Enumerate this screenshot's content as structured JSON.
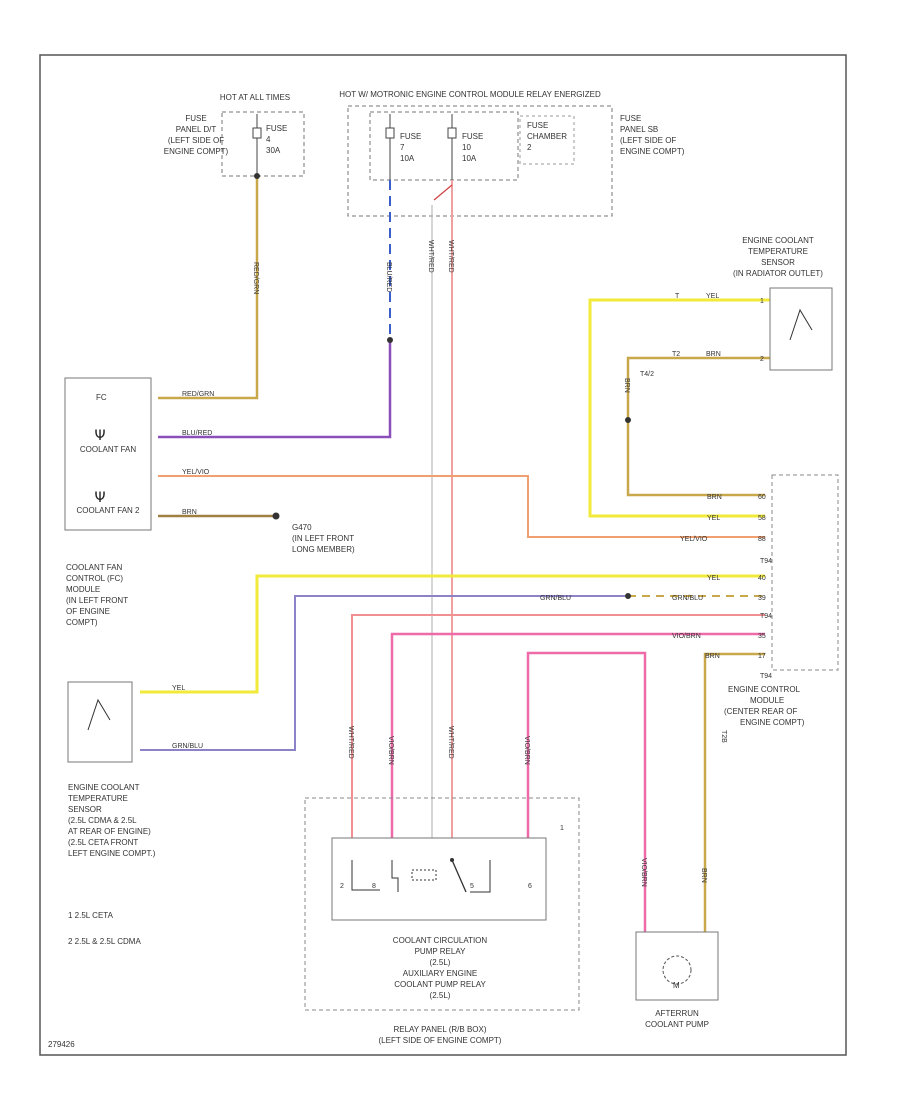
{
  "hot_sources": {
    "hot_at_all_times": "HOT AT ALL TIMES",
    "hot_motronic": "HOT W/ MOTRONIC ENGINE CONTROL MODULE RELAY ENERGIZED"
  },
  "fuse_panel_left": {
    "title_lines": [
      "FUSE",
      "PANEL D/T",
      "(LEFT SIDE OF",
      "ENGINE COMPT)"
    ],
    "fuse_lines": [
      "FUSE",
      "4",
      "30A"
    ]
  },
  "fuse_mid_a": [
    "FUSE",
    "7",
    "10A"
  ],
  "fuse_mid_b": [
    "FUSE",
    "10",
    "10A"
  ],
  "fuse_chamber": [
    "FUSE",
    "CHAMBER",
    "2"
  ],
  "fuse_panel_right": [
    "FUSE",
    "PANEL SB",
    "(LEFT SIDE OF",
    "ENGINE COMPT)"
  ],
  "ect_sensor_top": {
    "title_lines": [
      "ENGINE COOLANT",
      "TEMPERATURE",
      "SENSOR",
      "(IN RADIATOR OUTLET)"
    ],
    "pins": [
      "1",
      "2"
    ],
    "wire_labels": [
      "YEL",
      "BRN"
    ],
    "connector_pins": [
      "T",
      "T2"
    ],
    "connector_id": "T4/2"
  },
  "fan_module": {
    "top_label": "FC",
    "fan1": "COOLANT FAN",
    "fan2": "COOLANT FAN 2",
    "name_lines": [
      "COOLANT FAN",
      "CONTROL (FC)",
      "MODULE",
      "(IN LEFT FRONT",
      "OF ENGINE",
      "COMPT)"
    ],
    "wires": [
      "RED/GRN",
      "BLU/RED",
      "YEL/VIO",
      "BRN"
    ]
  },
  "ground": {
    "lines": [
      "G470",
      "(IN LEFT FRONT",
      "LONG MEMBER)"
    ]
  },
  "vertical_wire_labels": {
    "fan_feed": "RED/GRN",
    "blue_feed": "BLU/RED",
    "relay_feed_a": "WHT/RED",
    "relay_feed_b": "WHT/RED"
  },
  "ecm": {
    "name_lines": [
      "ENGINE CONTROL",
      "MODULE",
      "(CENTER REAR OF",
      "ENGINE COMPT)"
    ],
    "connector": "T94",
    "wires": [
      "BRN",
      "YEL",
      "YEL/VIO",
      "YEL",
      "GRN/BLU",
      "GRN/BLU",
      "VIO/BRN",
      "BRN"
    ],
    "pins": [
      "60",
      "58",
      "88",
      "40",
      "39",
      "35",
      "17"
    ],
    "side_connector": "T2B"
  },
  "ect_sensor_bottom": {
    "wires": [
      "YEL",
      "GRN/BLU"
    ],
    "name_lines": [
      "ENGINE COOLANT",
      "TEMPERATURE",
      "SENSOR",
      "(2.5L CDMA & 2.5L",
      "AT REAR OF ENGINE)",
      "(2.5L CETA FRONT",
      "LEFT ENGINE COMPT.)"
    ]
  },
  "notes": [
    "1  2.5L CETA",
    "2  2.5L & 2.5L CDMA"
  ],
  "relay": {
    "wires": [
      "WHT/RED",
      "VIO/BRN",
      "WHT/RED",
      "VIO/BRN"
    ],
    "pins": [
      "2",
      "8",
      "5",
      "6"
    ],
    "label_lines": [
      "COOLANT CIRCULATION",
      "PUMP RELAY",
      "(2.5L)",
      "AUXILIARY ENGINE",
      "COOLANT PUMP RELAY",
      "(2.5L)"
    ],
    "panel_lines": [
      "RELAY PANEL (R/B BOX)",
      "(LEFT SIDE OF ENGINE COMPT)"
    ],
    "note": "1"
  },
  "pump": {
    "wires": [
      "VIO/BRN",
      "BRN"
    ],
    "motor": "M",
    "name_lines": [
      "AFTERRUN",
      "COOLANT PUMP"
    ]
  },
  "figure_id": "279426",
  "colors": {
    "tan": "#c8a84a",
    "blue": "#3a5fcd",
    "violet": "#8a4fb8",
    "orange": "#f0a070",
    "yellow": "#f2ea3a",
    "lavender": "#8c82c8",
    "pink": "#ee6aa8",
    "red": "#f09090",
    "brown": "#a08040",
    "grey": "#c8c8c8"
  }
}
